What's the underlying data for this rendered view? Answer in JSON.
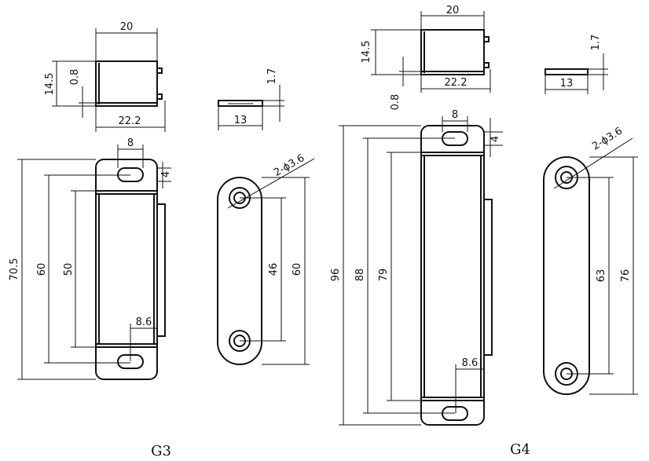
{
  "g3": {
    "caption": "G3",
    "top_width": "20",
    "top_height": "14.5",
    "top_thickness": "0.8",
    "top_base": "22.2",
    "side_height": "1.7",
    "side_width": "13",
    "hole_width": "8",
    "hole_height": "4",
    "total_length": "70.5",
    "hole_spacing": "60",
    "body_length": "50",
    "bottom_hole_offset": "8.6",
    "hole_callout": "2-ϕ3.6",
    "strike_hole_spacing": "46",
    "strike_length": "60"
  },
  "g4": {
    "caption": "G4",
    "top_width": "20",
    "top_height": "14.5",
    "top_thickness": "0.8",
    "top_base": "22.2",
    "side_height": "1.7",
    "side_width": "13",
    "hole_width": "8",
    "hole_height": "4",
    "total_length": "96",
    "hole_spacing": "88",
    "body_length": "79",
    "bottom_hole_offset": "8.6",
    "hole_callout": "2-ϕ3.6",
    "strike_hole_spacing": "63",
    "strike_length": "76"
  }
}
